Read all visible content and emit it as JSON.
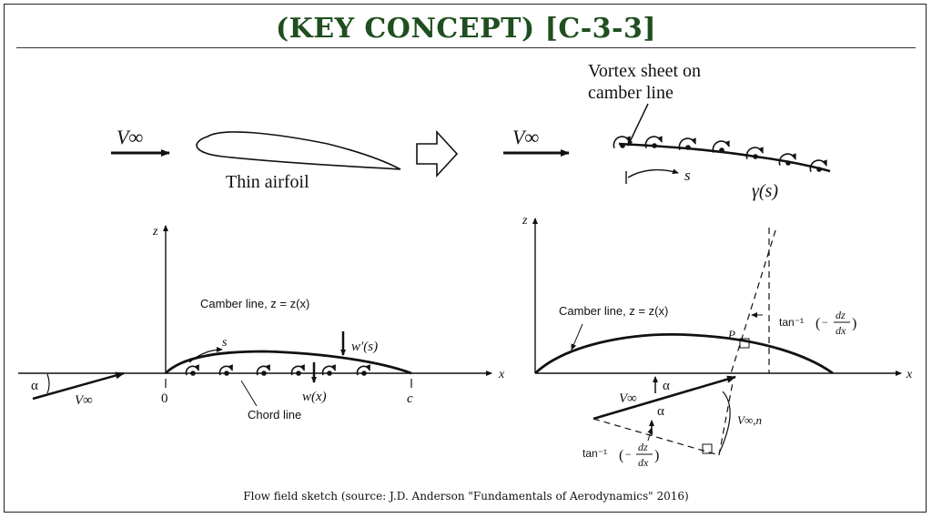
{
  "title": "(KEY CONCEPT) [C-3-3]",
  "caption": "Flow field sketch (source: J.D. Anderson \"Fundamentals of Aerodynamics\" 2016)",
  "top_left": {
    "freestream": "V∞",
    "airfoil_label": "Thin airfoil"
  },
  "top_right": {
    "freestream": "V∞",
    "sheet_label_line1": "Vortex sheet on",
    "sheet_label_line2": "camber line",
    "s_label": "s",
    "gamma_label": "γ(s)"
  },
  "bottom_left": {
    "z_axis": "z",
    "x_axis": "x",
    "camber_label": "Camber line, z = z(x)",
    "s_label": "s",
    "w_prime": "w′(s)",
    "w_x": "w(x)",
    "chord_label": "Chord line",
    "alpha": "α",
    "freestream": "V∞",
    "origin": "0",
    "c_label": "c"
  },
  "bottom_right": {
    "z_axis": "z",
    "x_axis": "x",
    "camber_label": "Camber line, z = z(x)",
    "p_label": "P",
    "tan_top": "tan⁻¹",
    "tan_bottom": "tan⁻¹",
    "dz": "dz",
    "dx": "dx",
    "minus": "−",
    "alpha_top": "α",
    "alpha_bottom": "α",
    "freestream": "V∞",
    "vn_label": "V∞,n"
  }
}
